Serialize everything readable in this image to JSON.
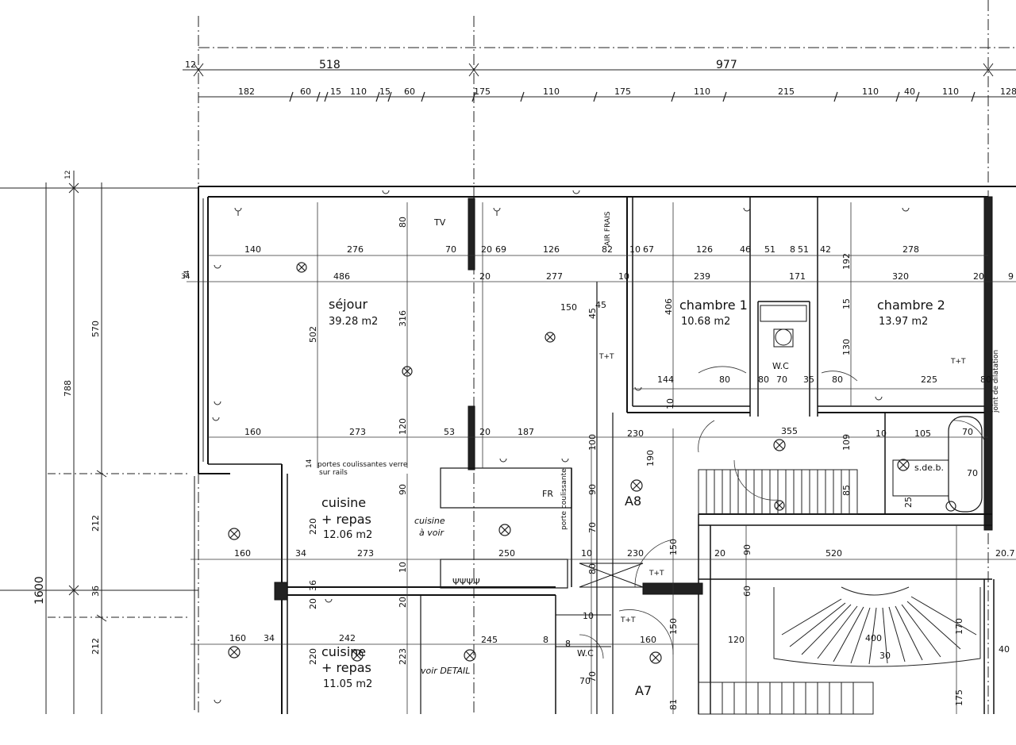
{
  "top_dims_row1": [
    "12",
    "518",
    "977"
  ],
  "top_dims_row2": [
    "182",
    "60",
    "15",
    "110",
    "15",
    "60",
    "175",
    "110",
    "175",
    "110",
    "215",
    "110",
    "40",
    "110",
    "128"
  ],
  "left_dims": [
    "12",
    "34",
    "570",
    "788",
    "212",
    "1600",
    "36",
    "212"
  ],
  "rooms": {
    "sejour": {
      "name": "séjour",
      "area": "39.28 m2"
    },
    "chambre1": {
      "name": "chambre 1",
      "area": "10.68 m2"
    },
    "chambre2": {
      "name": "chambre 2",
      "area": "13.97 m2"
    },
    "cuisine1": {
      "name": "cuisine",
      "sub": "+ repas",
      "area": "12.06 m2"
    },
    "cuisine2": {
      "name": "cuisine",
      "sub": "+ repas",
      "area": "11.05 m2"
    }
  },
  "labels": {
    "tv": "TV",
    "wc1": "W.C",
    "wc2": "W.C",
    "sdeb": "s.de.b.",
    "a8": "A8",
    "a7": "A7",
    "fr": "FR",
    "tt1": "T+T",
    "tt2": "T+T",
    "tt3": "T+T",
    "tt4": "T+T",
    "portes": "portes coulissantes verre",
    "rails": "sur rails",
    "joint": "joint de dilatation",
    "cuisine_voir": "cuisine",
    "a_voir": "à voir",
    "voir_detail": "voir DETAIL",
    "porte_coul": "porte coulissante",
    "air_frais": "AIR FRAIS",
    "sink": "ΨΨΨΨ"
  },
  "inner_dims": {
    "r1": [
      "140",
      "276",
      "70",
      "20",
      "69",
      "126",
      "82",
      "10",
      "67",
      "126",
      "46",
      "51",
      "8",
      "51",
      "42",
      "278"
    ],
    "r2": [
      "34",
      "486",
      "20",
      "277",
      "10",
      "239",
      "171",
      "320",
      "20",
      "9"
    ],
    "v1": [
      "80",
      "316",
      "502",
      "406",
      "192",
      "130",
      "15",
      "45"
    ],
    "r3": [
      "144",
      "80",
      "80",
      "70",
      "35",
      "80",
      "225",
      "70",
      "80"
    ],
    "r4": [
      "160",
      "273",
      "53",
      "20",
      "187",
      "230",
      "355",
      "10",
      "105",
      "70"
    ],
    "r5": [
      "14",
      "190",
      "90",
      "100",
      "10",
      "120",
      "109",
      "85",
      "25"
    ],
    "r6": [
      "160",
      "34",
      "273",
      "250",
      "10",
      "230",
      "520",
      "20",
      "20.7"
    ],
    "v2": [
      "220",
      "90",
      "70",
      "150",
      "90",
      "80",
      "20",
      "60",
      "10",
      "170"
    ],
    "r7": [
      "160",
      "34",
      "242",
      "245",
      "8",
      "160",
      "120",
      "400",
      "40"
    ],
    "v3": [
      "220",
      "223",
      "20",
      "36",
      "150",
      "70",
      "81",
      "175"
    ],
    "misc": [
      "150",
      "45",
      "8",
      "70",
      "30",
      "10"
    ]
  }
}
